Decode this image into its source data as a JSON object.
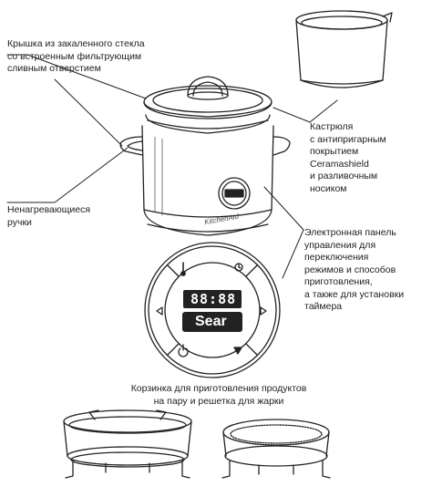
{
  "labels": {
    "lid": "Крышка из закаленного стекла\nсо встроенным фильтрующим\nсливным отверстием",
    "pot": "Кастрюля\nс антипригарным\nпокрытием\nCeramashield\nи разливочным\nносиком",
    "handles": "Ненагревающиеся\nручки",
    "panel": "Электронная панель\nуправления для\nпереключения\nрежимов и способов\nприготовления,\nа также для установки\nтаймера",
    "basket": "Корзинка для приготовления продуктов\nна пару и решетка для жарки"
  },
  "brand": "KitchenAid",
  "display": {
    "digits": "88:88",
    "mode": "Sear"
  }
}
